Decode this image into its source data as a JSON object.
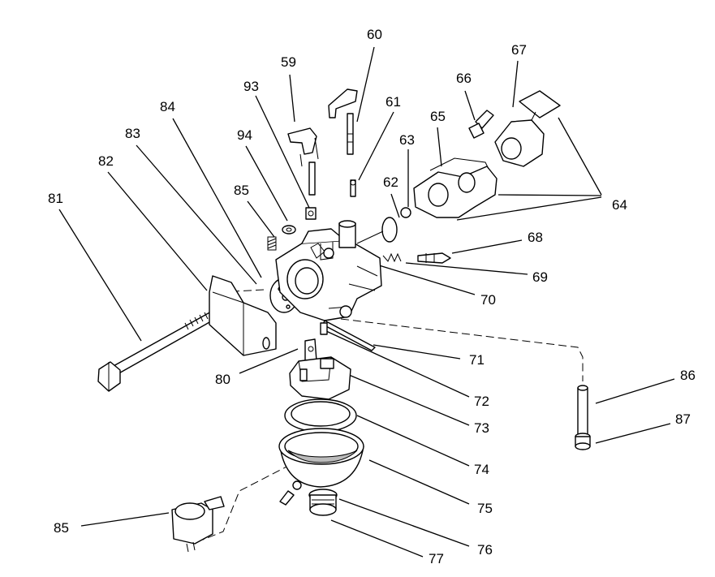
{
  "callouts": [
    {
      "id": "c60",
      "text": "60"
    },
    {
      "id": "c59",
      "text": "59"
    },
    {
      "id": "c67",
      "text": "67"
    },
    {
      "id": "c66",
      "text": "66"
    },
    {
      "id": "c93",
      "text": "93"
    },
    {
      "id": "c61",
      "text": "61"
    },
    {
      "id": "c84",
      "text": "84"
    },
    {
      "id": "c65",
      "text": "65"
    },
    {
      "id": "c83",
      "text": "83"
    },
    {
      "id": "c94",
      "text": "94"
    },
    {
      "id": "c63",
      "text": "63"
    },
    {
      "id": "c82",
      "text": "82"
    },
    {
      "id": "c62",
      "text": "62"
    },
    {
      "id": "c85a",
      "text": "85"
    },
    {
      "id": "c81",
      "text": "81"
    },
    {
      "id": "c64",
      "text": "64"
    },
    {
      "id": "c68",
      "text": "68"
    },
    {
      "id": "c69",
      "text": "69"
    },
    {
      "id": "c70",
      "text": "70"
    },
    {
      "id": "c71",
      "text": "71"
    },
    {
      "id": "c86",
      "text": "86"
    },
    {
      "id": "c80",
      "text": "80"
    },
    {
      "id": "c72",
      "text": "72"
    },
    {
      "id": "c87",
      "text": "87"
    },
    {
      "id": "c73",
      "text": "73"
    },
    {
      "id": "c74",
      "text": "74"
    },
    {
      "id": "c75",
      "text": "75"
    },
    {
      "id": "c85b",
      "text": "85"
    },
    {
      "id": "c76",
      "text": "76"
    },
    {
      "id": "c77",
      "text": "77"
    }
  ]
}
